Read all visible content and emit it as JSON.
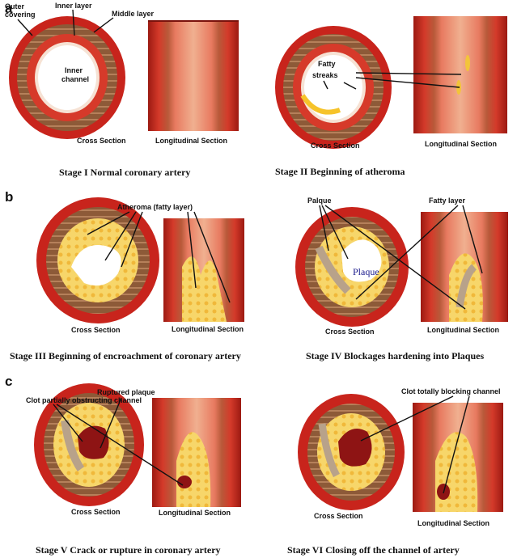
{
  "panels": [
    "a",
    "b",
    "c"
  ],
  "stages": {
    "s1": {
      "caption": "Stage I  Normal coronary artery",
      "cross": "Cross Section",
      "long": "Longitudinal Section"
    },
    "s2": {
      "caption": "Stage II Beginning of atheroma",
      "cross": "Cross Section",
      "long": "Longitudinal Section"
    },
    "s3": {
      "caption": "Stage III Beginning of encroachment of coronary artery",
      "cross": "Cross Section",
      "long": "Longitudinal Section"
    },
    "s4": {
      "caption": "Stage IV  Blockages hardening into  Plaques",
      "cross": "Cross Section",
      "long": "Longitudinal Section"
    },
    "s5": {
      "caption": "Stage V  Crack or rupture in coronary artery",
      "cross": "Cross Section",
      "long": "Longitudinal Section"
    },
    "s6": {
      "caption": "Stage VI Closing off the channel of artery",
      "cross": "Cross Section",
      "long": "Longitudinal Section"
    }
  },
  "labels": {
    "outer1": "Outer",
    "outer2": "covering",
    "inner_layer": "Inner layer",
    "middle_layer": "Middle layer",
    "inner_ch1": "Inner",
    "inner_ch2": "channel",
    "fatty1": "Fatty",
    "fatty2": "streaks",
    "atheroma": "Atheroma (fatty layer)",
    "palque": "Palque",
    "fatty_layer": "Fatty layer",
    "plaque": "Plaque",
    "clot_partial": "Clot partially obstructing channel",
    "ruptured": "Ruptured plaque",
    "clot_total": "Clot totally blocking channel"
  },
  "colors": {
    "wall": "#c8241c",
    "muscle": "#8a5a3a",
    "fat": "#f5d25a",
    "clot": "#8e1414",
    "plaque": "#b8a28a"
  }
}
